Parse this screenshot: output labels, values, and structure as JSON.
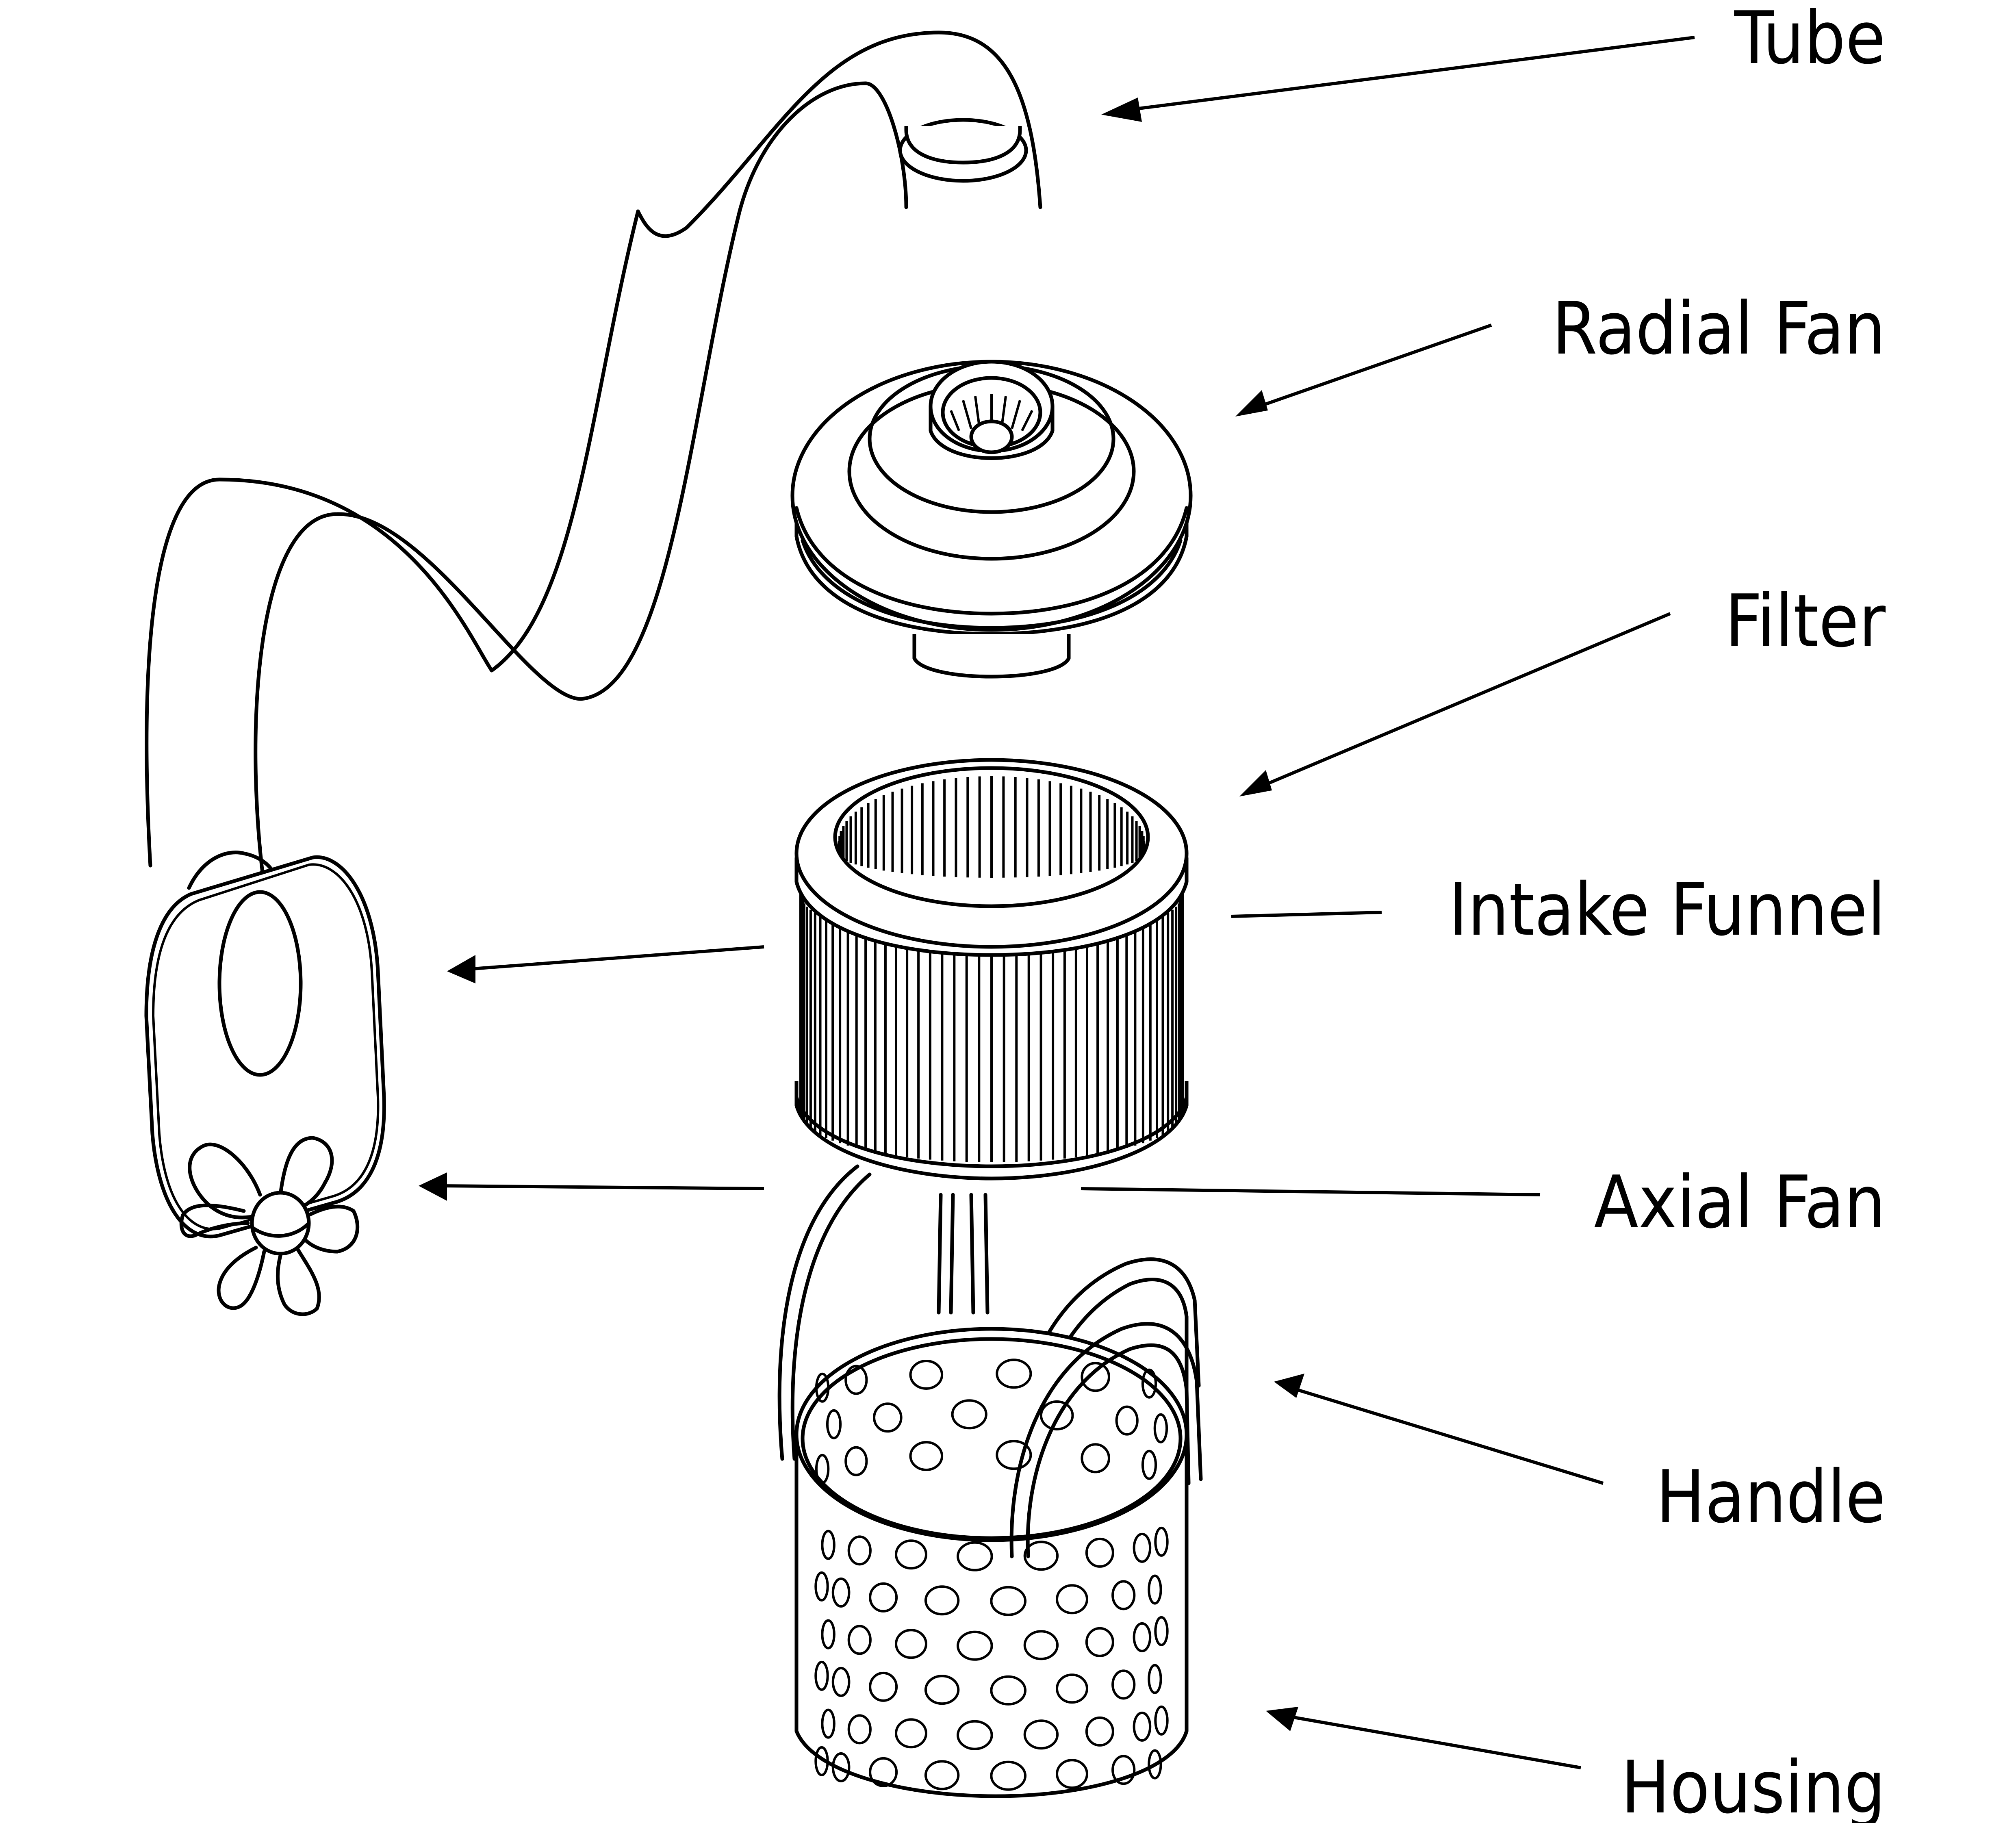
{
  "title": "Exploded view of air purifier assembly",
  "colors": {
    "line": "#000000",
    "background": "#ffffff"
  },
  "labels": [
    {
      "id": "tube",
      "text": "Tube"
    },
    {
      "id": "radial-fan",
      "text": "Radial Fan"
    },
    {
      "id": "filter",
      "text": "Filter"
    },
    {
      "id": "intake-funnel",
      "text": "Intake Funnel"
    },
    {
      "id": "axial-fan",
      "text": "Axial Fan"
    },
    {
      "id": "handle",
      "text": "Handle"
    },
    {
      "id": "housing",
      "text": "Housing"
    }
  ],
  "components": [
    {
      "name": "tube",
      "icon": "hose-drawing"
    },
    {
      "name": "radial-fan",
      "icon": "centrifugal-fan-drawing"
    },
    {
      "name": "filter",
      "icon": "pleated-cylinder-filter-drawing"
    },
    {
      "name": "intake-funnel",
      "icon": "rounded-square-nozzle-drawing"
    },
    {
      "name": "axial-fan",
      "icon": "six-blade-propeller-drawing"
    },
    {
      "name": "handle",
      "icon": "loop-handle-drawing"
    },
    {
      "name": "housing",
      "icon": "perforated-basket-drawing"
    }
  ]
}
